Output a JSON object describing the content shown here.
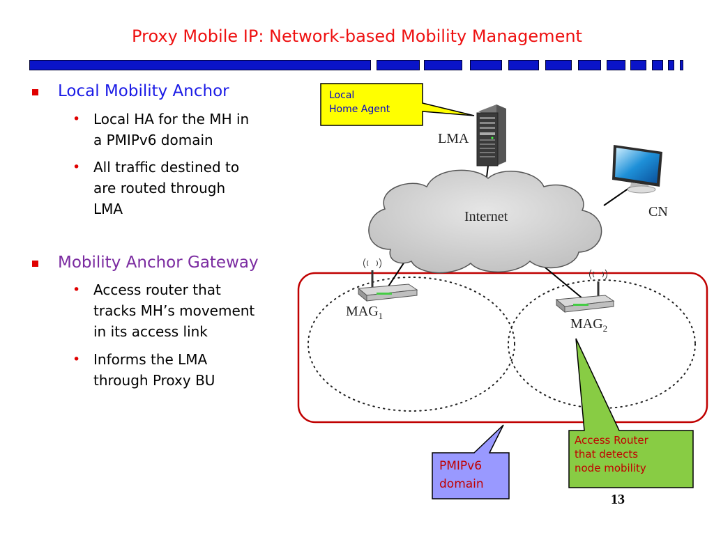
{
  "slide": {
    "title": "Proxy Mobile IP: Network-based Mobility Management",
    "page_number": "13"
  },
  "bullets": {
    "lma": {
      "heading": "Local Mobility Anchor",
      "items": [
        [
          "Local HA for the MH in",
          "a PMIPv6 domain"
        ],
        [
          "All traffic destined to",
          "are routed through",
          "LMA"
        ]
      ]
    },
    "mag": {
      "heading": "Mobility Anchor Gateway",
      "items": [
        [
          "Access router that",
          "tracks MH’s movement",
          "in its access link"
        ],
        [
          "Informs the LMA",
          "through Proxy BU"
        ]
      ]
    }
  },
  "diagram": {
    "lma_label": "LMA",
    "internet_label": "Internet",
    "cn_label": "CN",
    "mag1_label": "MAG",
    "mag1_sub": "1",
    "mag2_label": "MAG",
    "mag2_sub": "2",
    "callout_lha": [
      "Local",
      "Home Agent"
    ],
    "callout_pmip": [
      "PMIPv6",
      "domain"
    ],
    "callout_ar": [
      "Access Router",
      "that detects",
      "node mobility"
    ]
  },
  "colors": {
    "title": "#ee1111",
    "heading_lma": "#1a1ae6",
    "heading_mag": "#7a2aa0",
    "domain_border": "#c00000",
    "callout_yellow": "#ffff00",
    "callout_blue": "#9999ff",
    "callout_green": "#88cc44"
  }
}
